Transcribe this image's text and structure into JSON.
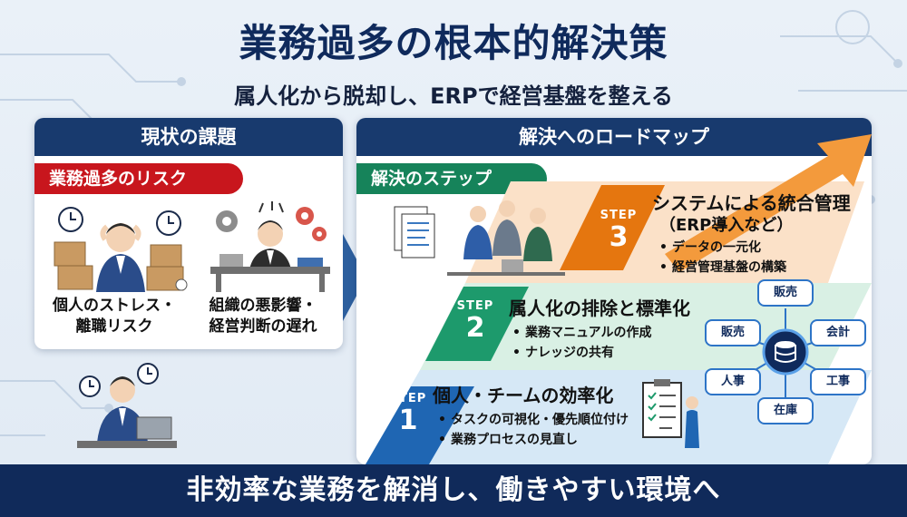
{
  "title": "業務過多の根本的解決策",
  "subtitle": "属人化から脱却し、ERPで経営基盤を整える",
  "left": {
    "header": "現状の課題",
    "risk_tag": "業務過多のリスク",
    "issues": [
      {
        "line1": "個人のストレス・",
        "line2": "離職リスク"
      },
      {
        "line1": "組織の悪影響・",
        "line2": "経営判断の遅れ"
      }
    ]
  },
  "right": {
    "header": "解決へのロードマップ",
    "steps_tag": "解決のステップ",
    "step_word": "STEP",
    "steps": [
      {
        "num": "3",
        "title": "システムによる統合管理",
        "sub": "（ERP導入など）",
        "bullets": [
          "データの一元化",
          "経営管理基盤の構築"
        ]
      },
      {
        "num": "2",
        "title": "属人化の排除と標準化",
        "bullets": [
          "業務マニュアルの作成",
          "ナレッジの共有"
        ]
      },
      {
        "num": "1",
        "title": "個人・チームの効率化",
        "bullets": [
          "タスクの可視化・優先順位付け",
          "業務プロセスの見直し"
        ]
      }
    ],
    "hub_nodes": [
      "販売",
      "販売",
      "会計",
      "人事",
      "工事",
      "在庫"
    ]
  },
  "banner": "非効率な業務を解消し、働きやすい環境へ",
  "colors": {
    "navy": "#183a6e",
    "red": "#c8161d",
    "green": "#16835a",
    "step3": "#e5760f",
    "step2": "#1d9a6c",
    "step1": "#1f66b3"
  }
}
